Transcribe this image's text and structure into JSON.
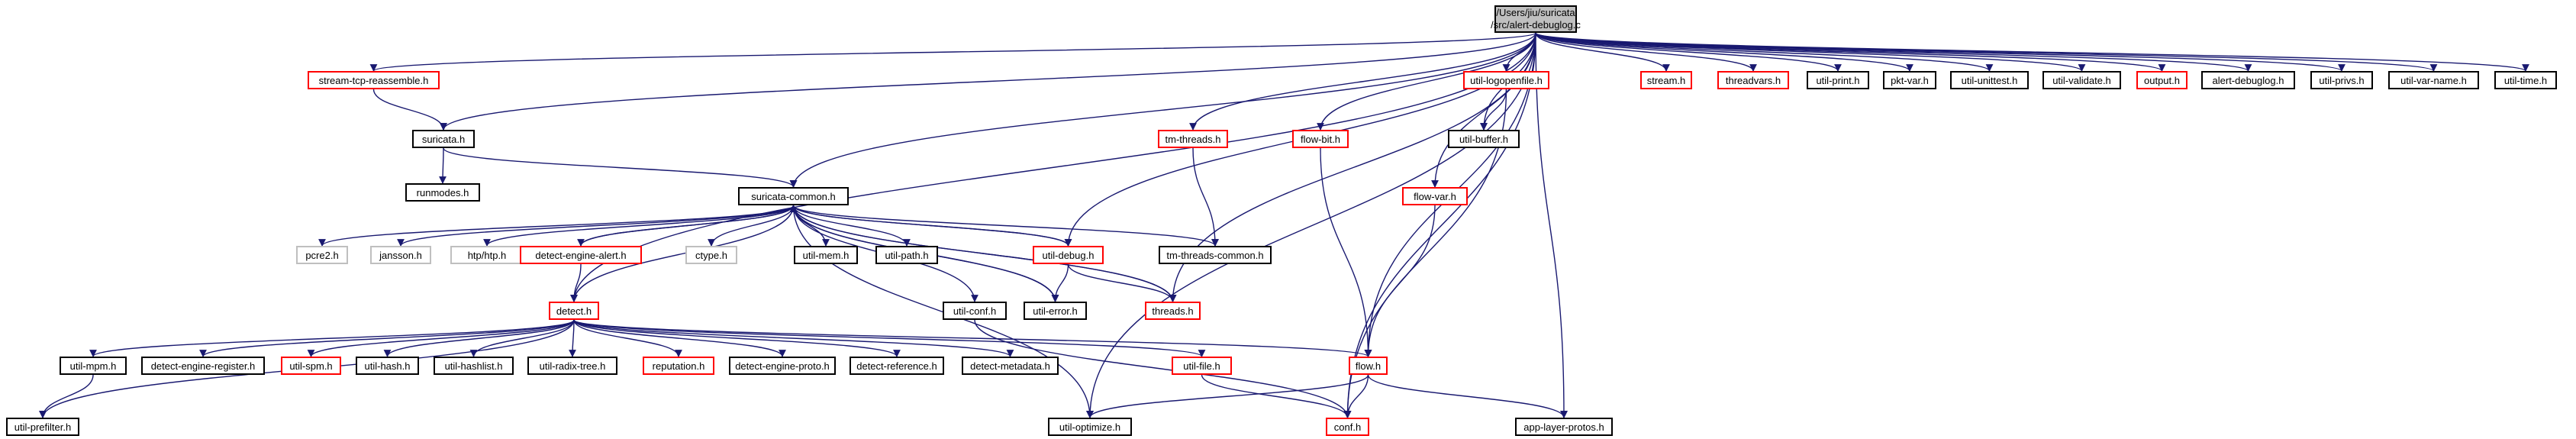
{
  "graph": {
    "edge_color": "#191970",
    "nodes": [
      {
        "id": "root",
        "label": "/Users/jiu/suricata",
        "label2": "/src/alert-debuglog.c",
        "style": "root"
      },
      {
        "id": "stream_tcp",
        "label": "stream-tcp-reassemble.h",
        "style": "red"
      },
      {
        "id": "util_logopenfile",
        "label": "util-logopenfile.h",
        "style": "red"
      },
      {
        "id": "stream",
        "label": "stream.h",
        "style": "red"
      },
      {
        "id": "threadvars",
        "label": "threadvars.h",
        "style": "red"
      },
      {
        "id": "util_print",
        "label": "util-print.h",
        "style": "black"
      },
      {
        "id": "pkt_var",
        "label": "pkt-var.h",
        "style": "black"
      },
      {
        "id": "util_unittest",
        "label": "util-unittest.h",
        "style": "black"
      },
      {
        "id": "util_validate",
        "label": "util-validate.h",
        "style": "black"
      },
      {
        "id": "output",
        "label": "output.h",
        "style": "red"
      },
      {
        "id": "alert_debuglog",
        "label": "alert-debuglog.h",
        "style": "black"
      },
      {
        "id": "util_privs",
        "label": "util-privs.h",
        "style": "black"
      },
      {
        "id": "util_var_name",
        "label": "util-var-name.h",
        "style": "black"
      },
      {
        "id": "util_time",
        "label": "util-time.h",
        "style": "black"
      },
      {
        "id": "suricata",
        "label": "suricata.h",
        "style": "black"
      },
      {
        "id": "tm_threads",
        "label": "tm-threads.h",
        "style": "red"
      },
      {
        "id": "flow_bit",
        "label": "flow-bit.h",
        "style": "red"
      },
      {
        "id": "util_buffer",
        "label": "util-buffer.h",
        "style": "black"
      },
      {
        "id": "runmodes",
        "label": "runmodes.h",
        "style": "black"
      },
      {
        "id": "suricata_common",
        "label": "suricata-common.h",
        "style": "black"
      },
      {
        "id": "flow_var",
        "label": "flow-var.h",
        "style": "red"
      },
      {
        "id": "pcre2",
        "label": "pcre2.h",
        "style": "grey"
      },
      {
        "id": "jansson",
        "label": "jansson.h",
        "style": "grey"
      },
      {
        "id": "htp",
        "label": "htp/htp.h",
        "style": "grey"
      },
      {
        "id": "detect_engine_alert",
        "label": "detect-engine-alert.h",
        "style": "red"
      },
      {
        "id": "ctype",
        "label": "ctype.h",
        "style": "grey"
      },
      {
        "id": "util_mem",
        "label": "util-mem.h",
        "style": "black"
      },
      {
        "id": "util_path",
        "label": "util-path.h",
        "style": "black"
      },
      {
        "id": "util_debug",
        "label": "util-debug.h",
        "style": "red"
      },
      {
        "id": "tm_threads_common",
        "label": "tm-threads-common.h",
        "style": "black"
      },
      {
        "id": "util_conf",
        "label": "util-conf.h",
        "style": "black"
      },
      {
        "id": "util_error",
        "label": "util-error.h",
        "style": "black"
      },
      {
        "id": "threads",
        "label": "threads.h",
        "style": "red"
      },
      {
        "id": "detect",
        "label": "detect.h",
        "style": "red"
      },
      {
        "id": "flow",
        "label": "flow.h",
        "style": "red"
      },
      {
        "id": "util_mpm",
        "label": "util-mpm.h",
        "style": "black"
      },
      {
        "id": "detect_engine_register",
        "label": "detect-engine-register.h",
        "style": "black"
      },
      {
        "id": "util_spm",
        "label": "util-spm.h",
        "style": "red"
      },
      {
        "id": "util_hash",
        "label": "util-hash.h",
        "style": "black"
      },
      {
        "id": "util_hashlist",
        "label": "util-hashlist.h",
        "style": "black"
      },
      {
        "id": "util_radix_tree",
        "label": "util-radix-tree.h",
        "style": "black"
      },
      {
        "id": "reputation",
        "label": "reputation.h",
        "style": "red"
      },
      {
        "id": "detect_engine_proto",
        "label": "detect-engine-proto.h",
        "style": "black"
      },
      {
        "id": "detect_reference",
        "label": "detect-reference.h",
        "style": "black"
      },
      {
        "id": "detect_metadata",
        "label": "detect-metadata.h",
        "style": "black"
      },
      {
        "id": "util_file",
        "label": "util-file.h",
        "style": "red"
      },
      {
        "id": "util_prefilter",
        "label": "util-prefilter.h",
        "style": "black"
      },
      {
        "id": "util_optimize",
        "label": "util-optimize.h",
        "style": "black"
      },
      {
        "id": "conf",
        "label": "conf.h",
        "style": "red"
      },
      {
        "id": "app_layer_protos",
        "label": "app-layer-protos.h",
        "style": "black"
      }
    ],
    "edges": [
      [
        "root",
        "stream_tcp"
      ],
      [
        "root",
        "util_logopenfile"
      ],
      [
        "root",
        "stream"
      ],
      [
        "root",
        "threadvars"
      ],
      [
        "root",
        "util_print"
      ],
      [
        "root",
        "pkt_var"
      ],
      [
        "root",
        "util_unittest"
      ],
      [
        "root",
        "util_validate"
      ],
      [
        "root",
        "output"
      ],
      [
        "root",
        "alert_debuglog"
      ],
      [
        "root",
        "util_privs"
      ],
      [
        "root",
        "util_var_name"
      ],
      [
        "root",
        "util_time"
      ],
      [
        "root",
        "suricata"
      ],
      [
        "root",
        "tm_threads"
      ],
      [
        "root",
        "flow_bit"
      ],
      [
        "root",
        "util_buffer"
      ],
      [
        "root",
        "flow_var"
      ],
      [
        "root",
        "suricata_common"
      ],
      [
        "root",
        "detect"
      ],
      [
        "root",
        "util_debug"
      ],
      [
        "root",
        "threads"
      ],
      [
        "root",
        "flow"
      ],
      [
        "root",
        "util_optimize"
      ],
      [
        "root",
        "conf"
      ],
      [
        "root",
        "app_layer_protos"
      ],
      [
        "stream_tcp",
        "suricata"
      ],
      [
        "suricata",
        "runmodes"
      ],
      [
        "suricata",
        "suricata_common"
      ],
      [
        "util_logopenfile",
        "util_buffer"
      ],
      [
        "util_logopenfile",
        "conf"
      ],
      [
        "tm_threads",
        "tm_threads_common"
      ],
      [
        "flow_bit",
        "flow"
      ],
      [
        "flow_var",
        "flow"
      ],
      [
        "suricata_common",
        "pcre2"
      ],
      [
        "suricata_common",
        "jansson"
      ],
      [
        "suricata_common",
        "htp"
      ],
      [
        "suricata_common",
        "detect_engine_alert"
      ],
      [
        "suricata_common",
        "ctype"
      ],
      [
        "suricata_common",
        "util_mem"
      ],
      [
        "suricata_common",
        "util_path"
      ],
      [
        "suricata_common",
        "util_debug"
      ],
      [
        "suricata_common",
        "tm_threads_common"
      ],
      [
        "suricata_common",
        "util_conf"
      ],
      [
        "suricata_common",
        "util_error"
      ],
      [
        "suricata_common",
        "threads"
      ],
      [
        "suricata_common",
        "util_optimize"
      ],
      [
        "detect_engine_alert",
        "suricata_common"
      ],
      [
        "detect_engine_alert",
        "detect"
      ],
      [
        "util_debug",
        "suricata_common"
      ],
      [
        "util_debug",
        "util_error"
      ],
      [
        "util_debug",
        "threads"
      ],
      [
        "util_error",
        "suricata_common"
      ],
      [
        "threads",
        "suricata_common"
      ],
      [
        "detect",
        "suricata_common"
      ],
      [
        "util_conf",
        "conf"
      ],
      [
        "detect",
        "util_mpm"
      ],
      [
        "detect",
        "detect_engine_register"
      ],
      [
        "detect",
        "util_spm"
      ],
      [
        "detect",
        "util_hash"
      ],
      [
        "detect",
        "util_hashlist"
      ],
      [
        "detect",
        "util_radix_tree"
      ],
      [
        "detect",
        "reputation"
      ],
      [
        "detect",
        "detect_engine_proto"
      ],
      [
        "detect",
        "detect_reference"
      ],
      [
        "detect",
        "detect_metadata"
      ],
      [
        "detect",
        "util_file"
      ],
      [
        "detect",
        "flow"
      ],
      [
        "detect",
        "util_prefilter"
      ],
      [
        "util_mpm",
        "util_prefilter"
      ],
      [
        "util_file",
        "conf"
      ],
      [
        "flow",
        "util_optimize"
      ],
      [
        "flow",
        "conf"
      ],
      [
        "flow",
        "app_layer_protos"
      ]
    ]
  }
}
